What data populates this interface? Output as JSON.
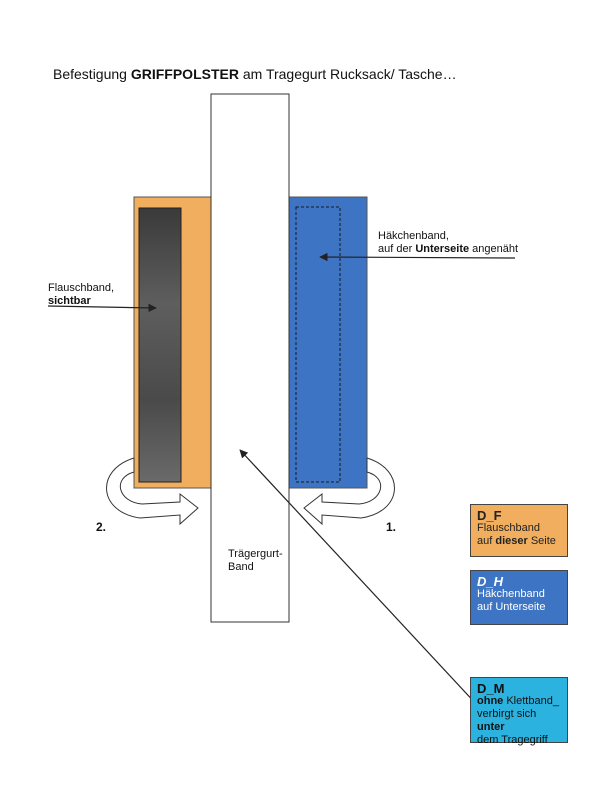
{
  "title": {
    "part1": "Befestigung ",
    "part2": "GRIFFPOLSTER",
    "part3": " am Tragegurt Rucksack/ Tasche…"
  },
  "left_label": {
    "line1": "Flauschband,",
    "line2": "sichtbar"
  },
  "right_label": {
    "line1": "Häkchenband,",
    "line2_pre": "auf der ",
    "line2_bold": "Unterseite",
    "line2_post": " angenäht"
  },
  "strap_label": {
    "line1": "Trägergurt-",
    "line2": "Band"
  },
  "steps": {
    "left": "2.",
    "right": "1."
  },
  "legend": {
    "f": {
      "code": "D_F",
      "line1": "Flauschband",
      "line2_pre": "auf ",
      "line2_bold": "dieser",
      "line2_post": " Seite"
    },
    "h": {
      "code": "D_H",
      "line1": "Häkchenband",
      "line2": "auf Unterseite"
    },
    "m": {
      "code": "D_M",
      "line1_bold": "ohne",
      "line1_post": " Klettband_",
      "line2_pre": "verbirgt sich ",
      "line2_bold": "unter",
      "line3": "dem Tragegriff"
    }
  },
  "colors": {
    "orange": "#F0AE5E",
    "blue": "#3E74C4",
    "cyan": "#2BB2DE",
    "dark_grey": "#4A4A4A"
  }
}
